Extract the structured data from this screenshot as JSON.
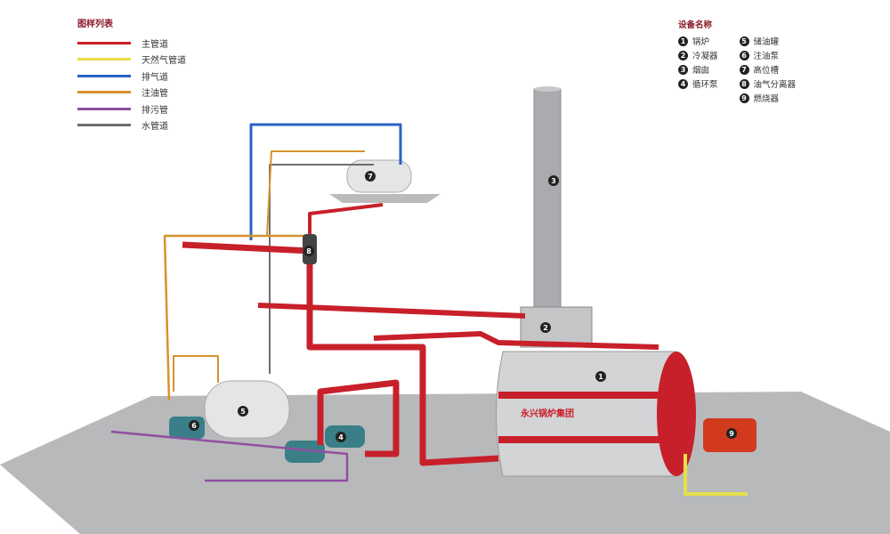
{
  "legend": {
    "title": "图样列表",
    "items": [
      {
        "label": "主管道",
        "color": "#c8202a"
      },
      {
        "label": "天然气管道",
        "color": "#e6df4a"
      },
      {
        "label": "排气道",
        "color": "#2a62c4"
      },
      {
        "label": "注油管",
        "color": "#d8922e"
      },
      {
        "label": "排污管",
        "color": "#9050a0"
      },
      {
        "label": "水管道",
        "color": "#6e6e6e"
      }
    ]
  },
  "equipment": {
    "title": "设备名称",
    "items": [
      {
        "num": "1",
        "label": "锅炉"
      },
      {
        "num": "2",
        "label": "冷凝器"
      },
      {
        "num": "3",
        "label": "烟囱"
      },
      {
        "num": "4",
        "label": "循环泵"
      },
      {
        "num": "5",
        "label": "储油罐"
      },
      {
        "num": "6",
        "label": "注油泵"
      },
      {
        "num": "7",
        "label": "高位槽"
      },
      {
        "num": "8",
        "label": "油气分离器"
      },
      {
        "num": "9",
        "label": "燃烧器"
      }
    ]
  },
  "markers": [
    "1",
    "2",
    "3",
    "4",
    "5",
    "6",
    "7",
    "8",
    "9"
  ],
  "brand": "永兴锅炉集团",
  "colors": {
    "main": "#c8202a",
    "gas": "#e6df4a",
    "exhaust": "#2a62c4",
    "oil": "#d8922e",
    "drain": "#9050a0",
    "water": "#6e6e6e"
  }
}
